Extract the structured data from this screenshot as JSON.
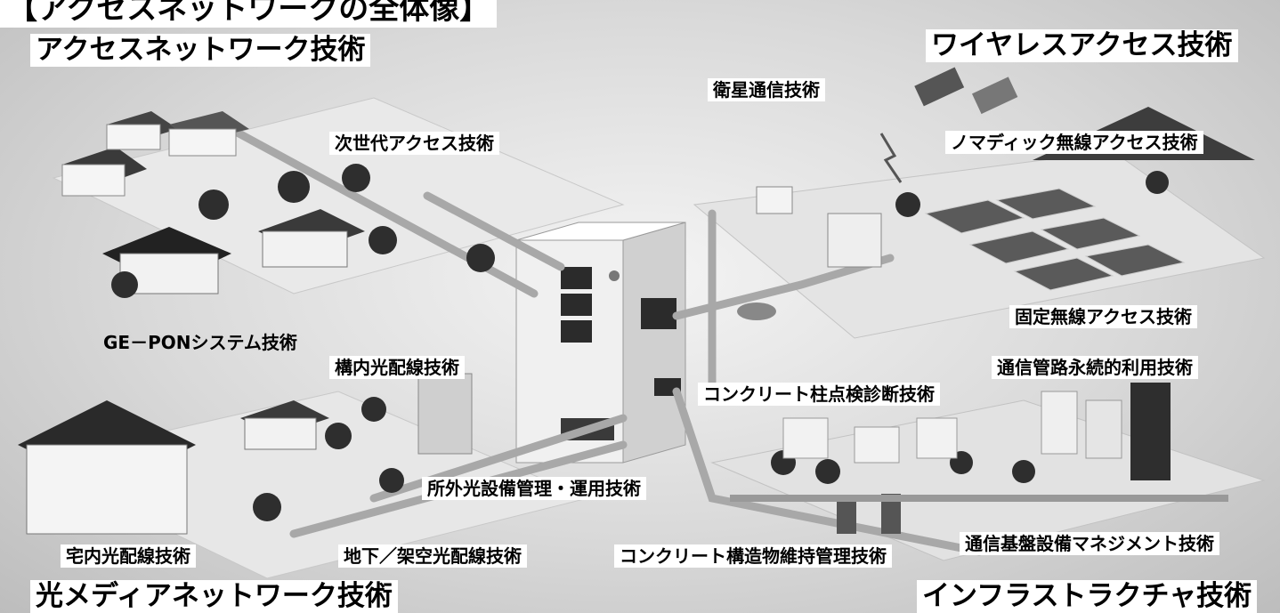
{
  "top_title": "【アクセスネットワークの全体像】",
  "sections": {
    "access_network": "アクセスネットワーク技術",
    "wireless_access": "ワイヤレスアクセス技術",
    "optical_media": "光メディアネットワーク技術",
    "infrastructure": "インフラストラクチャ技術"
  },
  "labels": {
    "satellite": "衛星通信技術",
    "next_gen_access": "次世代アクセス技術",
    "nomadic_wireless": "ノマディック無線アクセス技術",
    "fixed_wireless": "固定無線アクセス技術",
    "ge_pon": "GE－PONシステム技術",
    "premises_wiring": "構内光配線技術",
    "conduit_sustain": "通信管路永続的利用技術",
    "concrete_pole": "コンクリート柱点検診断技術",
    "outside_plant": "所外光設備管理・運用技術",
    "home_wiring": "宅内光配線技術",
    "underground_aerial": "地下／架空光配線技術",
    "concrete_structure": "コンクリート構造物維持管理技術",
    "infra_management": "通信基盤設備マネジメント技術"
  },
  "colors": {
    "label_bg": "#ffffff",
    "text": "#000000",
    "building_dark": "#2b2b2b",
    "pipe": "#a8a8a8"
  }
}
